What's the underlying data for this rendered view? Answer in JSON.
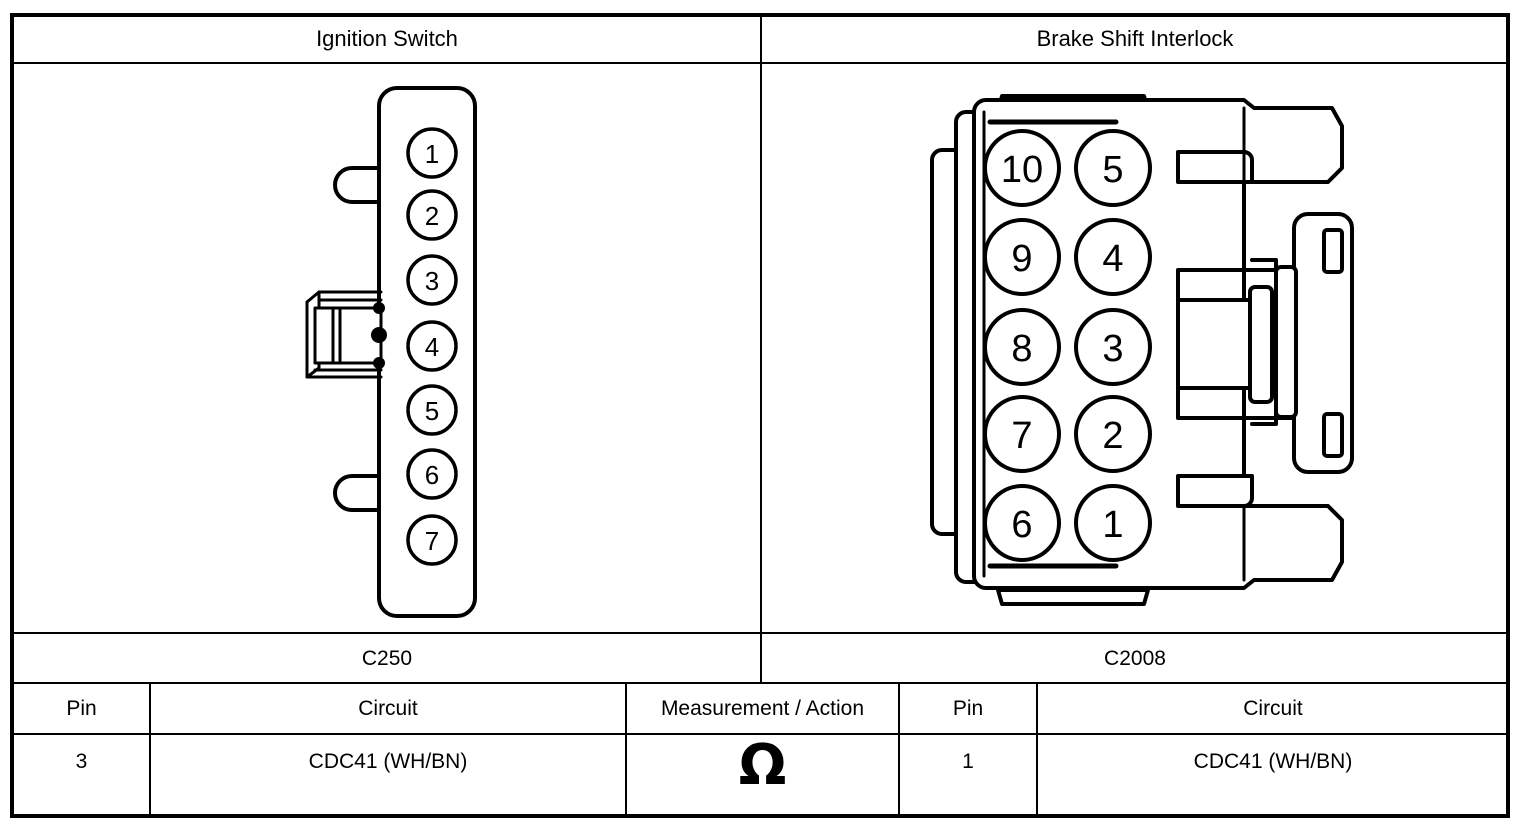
{
  "headers": {
    "left": "Ignition Switch",
    "right": "Brake Shift Interlock"
  },
  "connector_ids": {
    "left": "C250",
    "right": "C2008"
  },
  "table": {
    "columns": [
      "Pin",
      "Circuit",
      "Measurement / Action",
      "Pin",
      "Circuit"
    ],
    "rows": [
      {
        "left_pin": "3",
        "left_circuit": "CDC41 (WH/BN)",
        "measurement": "Ω",
        "right_pin": "1",
        "right_circuit": "CDC41 (WH/BN)"
      }
    ]
  },
  "connectors": {
    "left": {
      "name": "ignition-switch-connector",
      "pin_count": 7,
      "pins": [
        "1",
        "2",
        "3",
        "4",
        "5",
        "6",
        "7"
      ],
      "layout": "single-column"
    },
    "right": {
      "name": "brake-shift-interlock-connector",
      "pin_count": 10,
      "pins_left_column": [
        "10",
        "9",
        "8",
        "7",
        "6"
      ],
      "pins_right_column": [
        "5",
        "4",
        "3",
        "2",
        "1"
      ],
      "layout": "two-column"
    }
  },
  "colors": {
    "line": "#000000",
    "background": "#ffffff"
  }
}
